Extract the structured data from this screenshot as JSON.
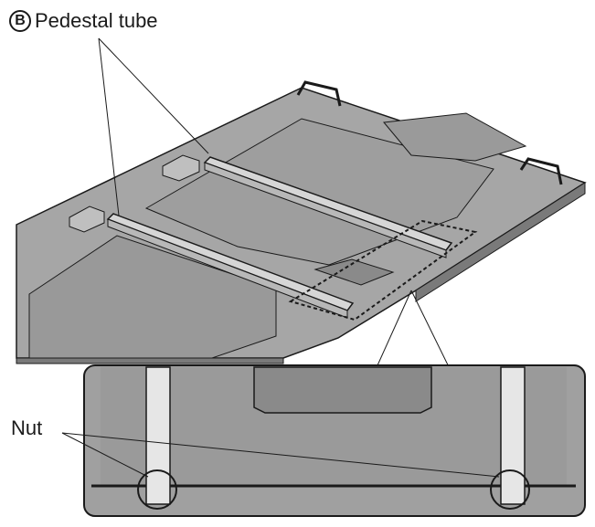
{
  "labels": {
    "part_letter": "B",
    "pedestal_tube": "Pedestal tube",
    "nut": "Nut"
  },
  "colors": {
    "line": "#1a1a1a",
    "panel_top": "#a6a6a6",
    "panel_dark": "#8c8c8c",
    "tube": "#cfcfcf",
    "white": "#ffffff"
  }
}
